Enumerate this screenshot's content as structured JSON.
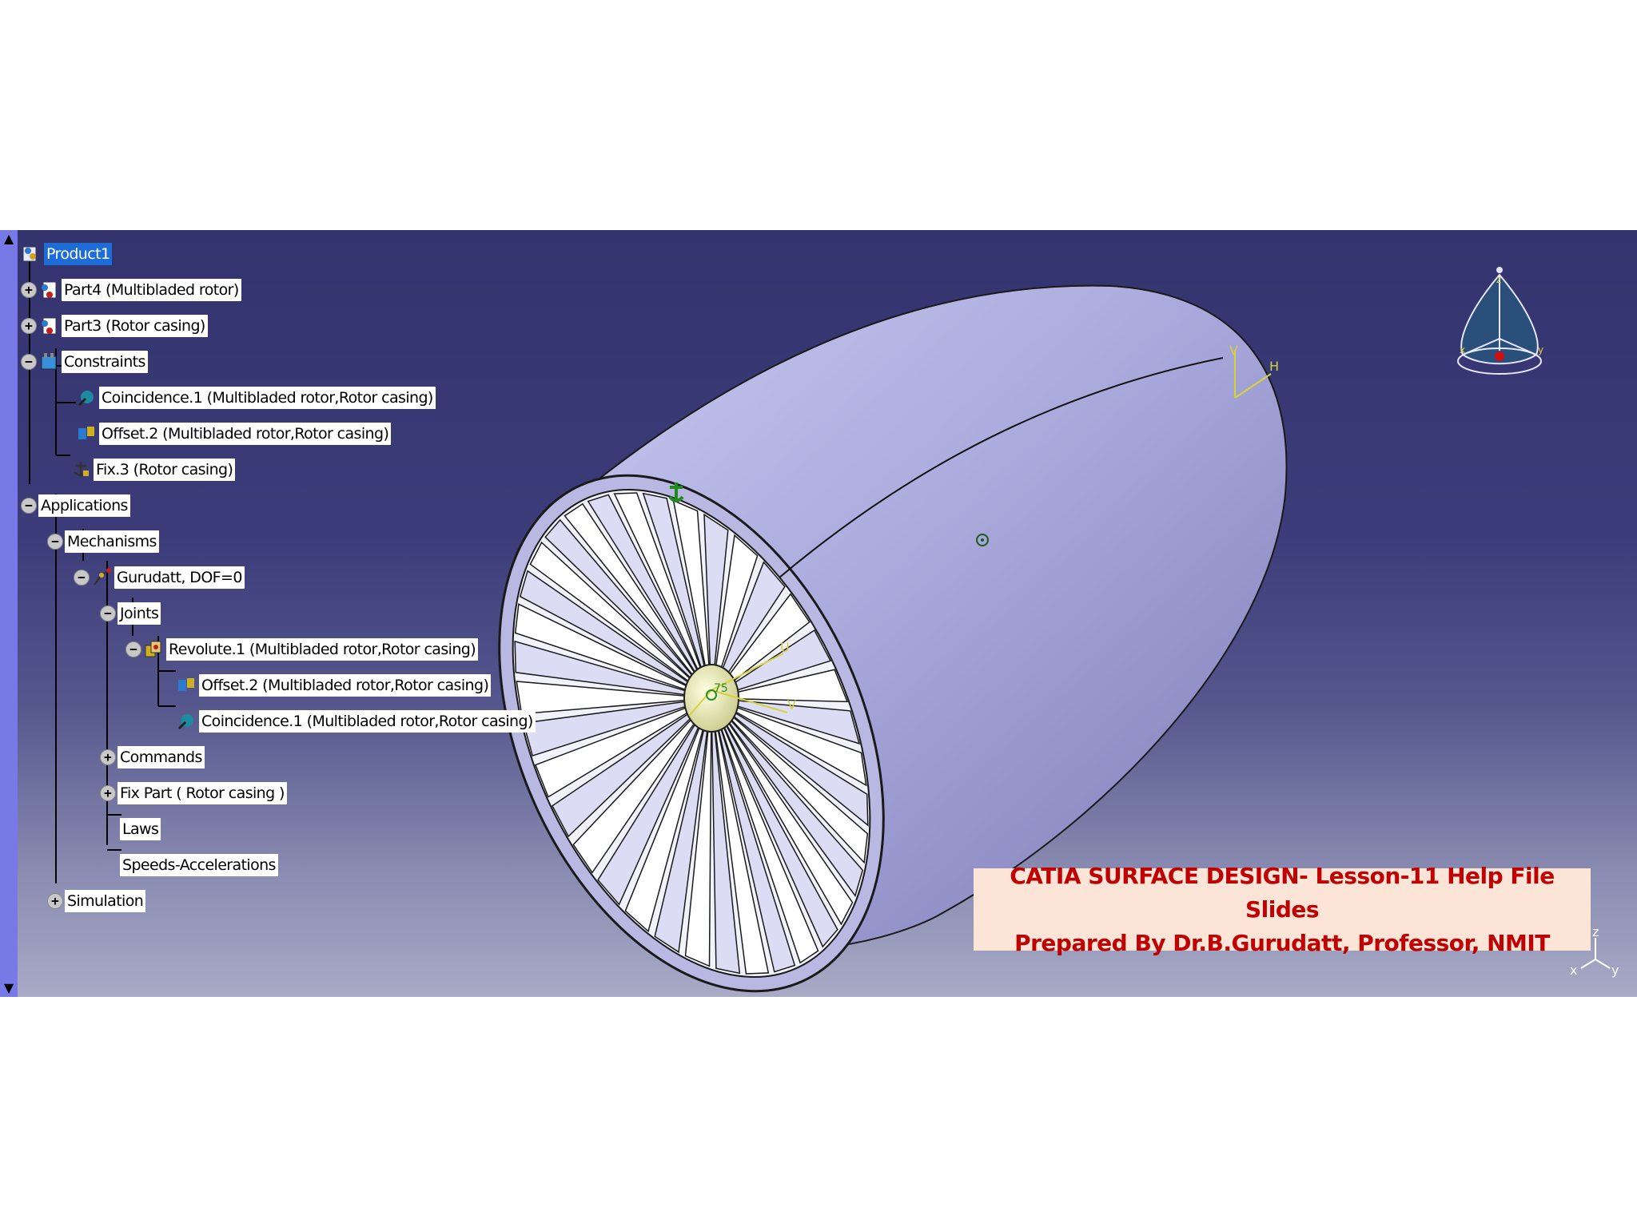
{
  "tree": {
    "root": "Product1",
    "part4": "Part4 (Multibladed rotor)",
    "part3": "Part3 (Rotor casing)",
    "constraints": "Constraints",
    "coincidence1": "Coincidence.1 (Multibladed rotor,Rotor casing)",
    "offset2": "Offset.2 (Multibladed rotor,Rotor casing)",
    "fix3": "Fix.3 (Rotor casing)",
    "applications": "Applications",
    "mechanisms": "Mechanisms",
    "mechanism_name": "Gurudatt, DOF=0",
    "joints": "Joints",
    "revolute1": "Revolute.1 (Multibladed rotor,Rotor casing)",
    "joint_offset2": "Offset.2 (Multibladed rotor,Rotor casing)",
    "joint_coincidence1": "Coincidence.1 (Multibladed rotor,Rotor casing)",
    "commands": "Commands",
    "fix_part": "Fix Part ( Rotor casing )",
    "laws": "Laws",
    "speeds": "Speeds-Accelerations",
    "simulation": "Simulation"
  },
  "toggles": {
    "plus": "+",
    "minus": "−"
  },
  "scrollbar": {
    "up": "▲",
    "down": "▼"
  },
  "compass": {
    "z": "z",
    "x": "x",
    "y": "y"
  },
  "triad": {
    "z": "z",
    "x": "x",
    "y": "y"
  },
  "geometry_labels": {
    "h": "H",
    "v": "V",
    "u": "U",
    "angle": "75"
  },
  "banner": {
    "line1": "CATIA SURFACE DESIGN- Lesson-11  Help File Slides",
    "line2": "Prepared By Dr.B.Gurudatt, Professor, NMIT"
  },
  "colors": {
    "background": "#33336e",
    "selection": "#1e6dd6",
    "banner_bg": "#fce4d6",
    "banner_text": "#c00000",
    "axis_yellow": "#d4d438",
    "constraint_green": "#2a8a2a"
  },
  "icons": [
    "product-icon",
    "part-icon",
    "constraints-icon",
    "coincidence-icon",
    "offset-icon",
    "fix-icon",
    "mechanism-icon",
    "revolute-icon"
  ]
}
